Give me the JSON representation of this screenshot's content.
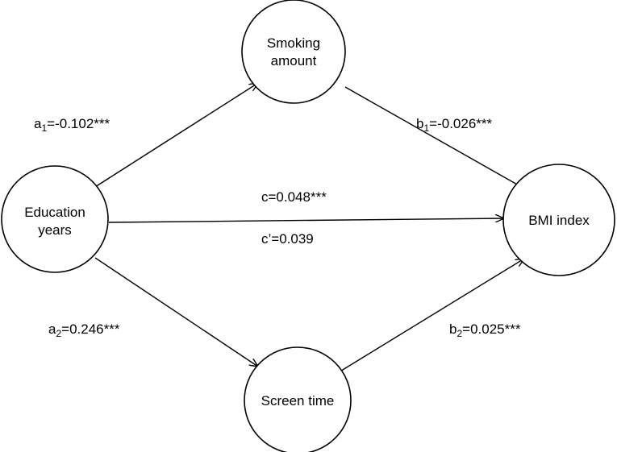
{
  "diagram": {
    "nodes": {
      "education": {
        "line1": "Education",
        "line2": "years"
      },
      "smoking": {
        "line1": "Smoking",
        "line2": "amount"
      },
      "screen": {
        "label": "Screen time"
      },
      "bmi": {
        "label": "BMI index"
      }
    },
    "paths": {
      "a1": {
        "var": "a",
        "sub": "1",
        "text": "=-0.102***"
      },
      "b1": {
        "var": "b",
        "sub": "1",
        "text": "=-0.026***"
      },
      "c": {
        "text": "c=0.048***"
      },
      "c_prime": {
        "text": "c’=0.039"
      },
      "a2": {
        "var": "a",
        "sub": "2",
        "text": "=0.246***"
      },
      "b2": {
        "var": "b",
        "sub": "2",
        "text": "=0.025***"
      }
    }
  }
}
